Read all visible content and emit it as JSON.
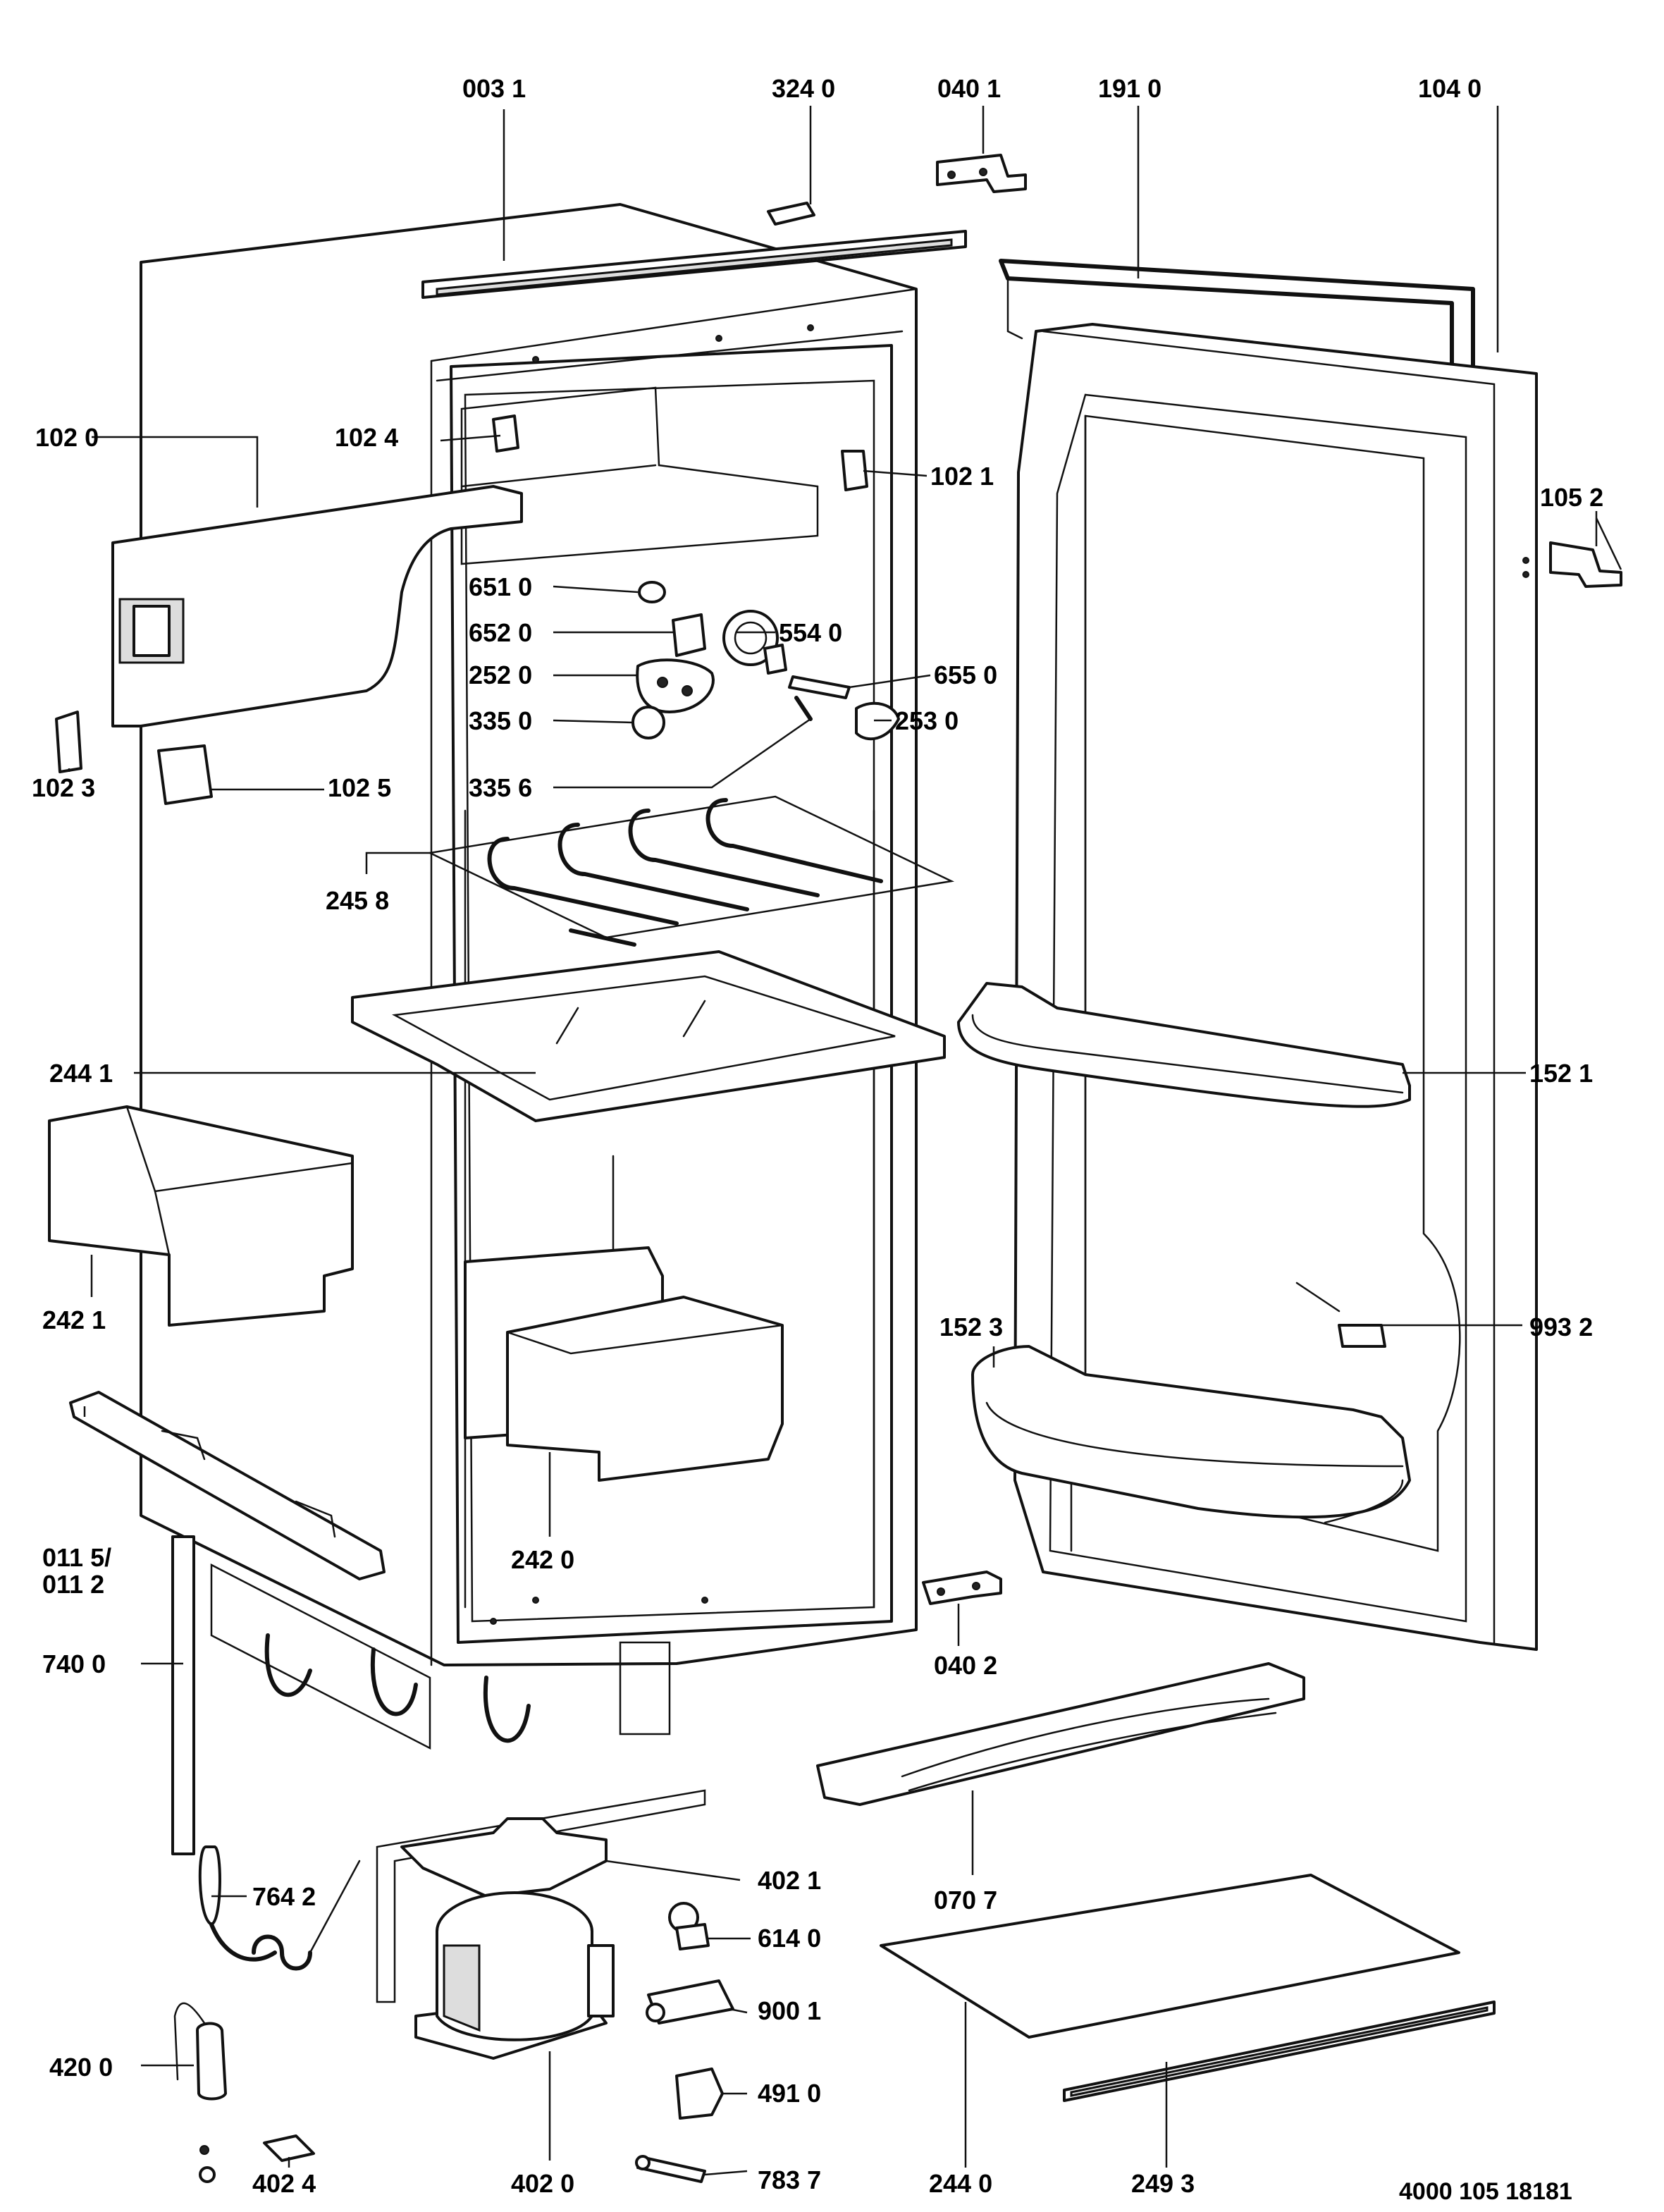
{
  "document_number": "4000 105 18181",
  "labels": {
    "p0031": "003 1",
    "p3240": "324 0",
    "p0401": "040 1",
    "p1910": "191 0",
    "p1040": "104 0",
    "p1020": "102 0",
    "p1024": "102 4",
    "p1021": "102 1",
    "p1052": "105 2",
    "p6510": "651 0",
    "p6520": "652 0",
    "p5540": "554 0",
    "p2520": "252 0",
    "p6550": "655 0",
    "p3350": "335 0",
    "p2530": "253 0",
    "p1023": "102 3",
    "p1025": "102 5",
    "p3356": "335 6",
    "p2458": "245 8",
    "p2441": "244 1",
    "p1521": "152 1",
    "p2421": "242 1",
    "p1523": "152 3",
    "p9932": "993 2",
    "p0115a": "011 5/",
    "p0115b": "011 2",
    "p2420": "242 0",
    "p7400": "740 0",
    "p0402": "040 2",
    "p0707": "070 7",
    "p7642": "764 2",
    "p4021": "402 1",
    "p6140": "614 0",
    "p9001": "900 1",
    "p4200": "420 0",
    "p4910": "491 0",
    "p4024": "402 4",
    "p4020": "402 0",
    "p7837": "783 7",
    "p2440": "244 0",
    "p2493": "249 3"
  }
}
